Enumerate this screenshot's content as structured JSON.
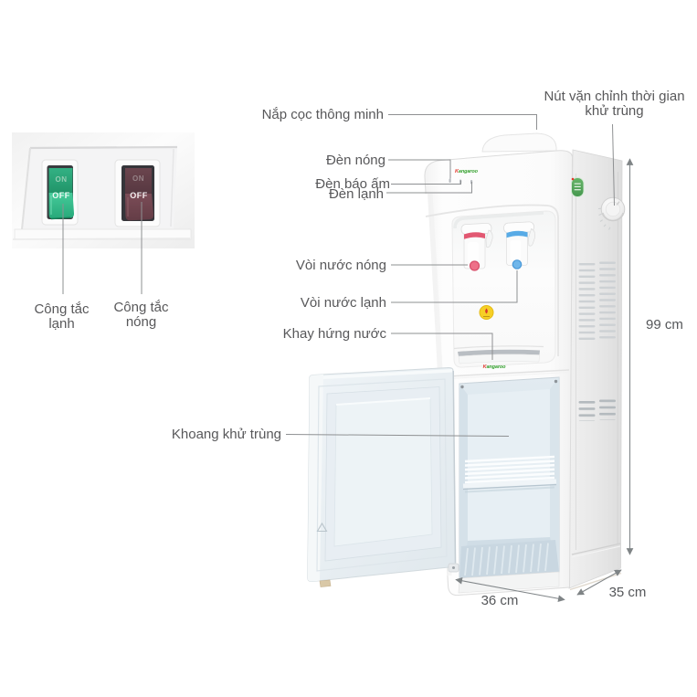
{
  "inset": {
    "cold_switch": {
      "on": "ON",
      "off": "OFF",
      "label": "Công tắc\nlạnh"
    },
    "hot_switch": {
      "on": "ON",
      "off": "OFF",
      "label": "Công tắc\nnóng"
    }
  },
  "callouts": {
    "cap": "Nắp cọc thông minh",
    "hot_light": "Đèn nóng",
    "warm_light": "Đèn báo ấm",
    "cold_light": "Đèn lạnh",
    "hot_tap": "Vòi nước nóng",
    "cold_tap": "Vòi nước lạnh",
    "drip_tray": "Khay hứng nước",
    "sterilize_compartment": "Khoang khử trùng",
    "sterilize_timer_knob": "Nút vặn chỉnh thời gian\nkhử trùng"
  },
  "dimensions": {
    "height": "99 cm",
    "width": "36 cm",
    "depth": "35 cm"
  },
  "brand": {
    "initial": "K",
    "rest": "angaroo"
  },
  "colors": {
    "hot": "#e25872",
    "cold": "#58abe6",
    "switch_cold": "#2fae7e",
    "switch_hot": "#6f454c",
    "warning": "#f6cf25",
    "badge": "#3f9e4d",
    "line": "#8e9092",
    "text": "#58585a"
  }
}
